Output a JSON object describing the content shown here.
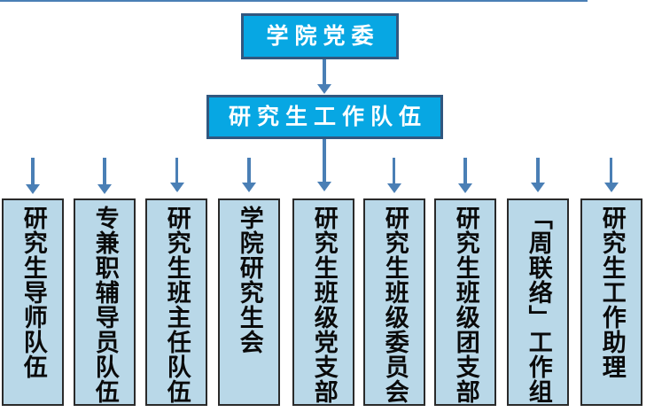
{
  "diagram": {
    "title_box": {
      "label": "学院党委"
    },
    "second_box": {
      "label": "研究生工作队伍"
    },
    "leaves": [
      {
        "label": "研究生导师队伍"
      },
      {
        "label": "专兼职辅导员队伍"
      },
      {
        "label": "研究生班主任队伍"
      },
      {
        "label": "学院研究生会"
      },
      {
        "label": "研究生班级党支部"
      },
      {
        "label": "研究生班级委员会"
      },
      {
        "label": "研究生班级团支部"
      },
      {
        "label": "「周联络」工作组"
      },
      {
        "label": "研究生工作助理"
      }
    ],
    "colors": {
      "top_fill": "#07A7E3",
      "top_border": "#31577F",
      "top_text": "#FFFFFF",
      "leaf_fill": "#B9D8E8",
      "leaf_border": "#2A2A2A",
      "leaf_text": "#0A0A0A",
      "connector": "#4A7FB5",
      "background": "#FFFFFF"
    }
  }
}
